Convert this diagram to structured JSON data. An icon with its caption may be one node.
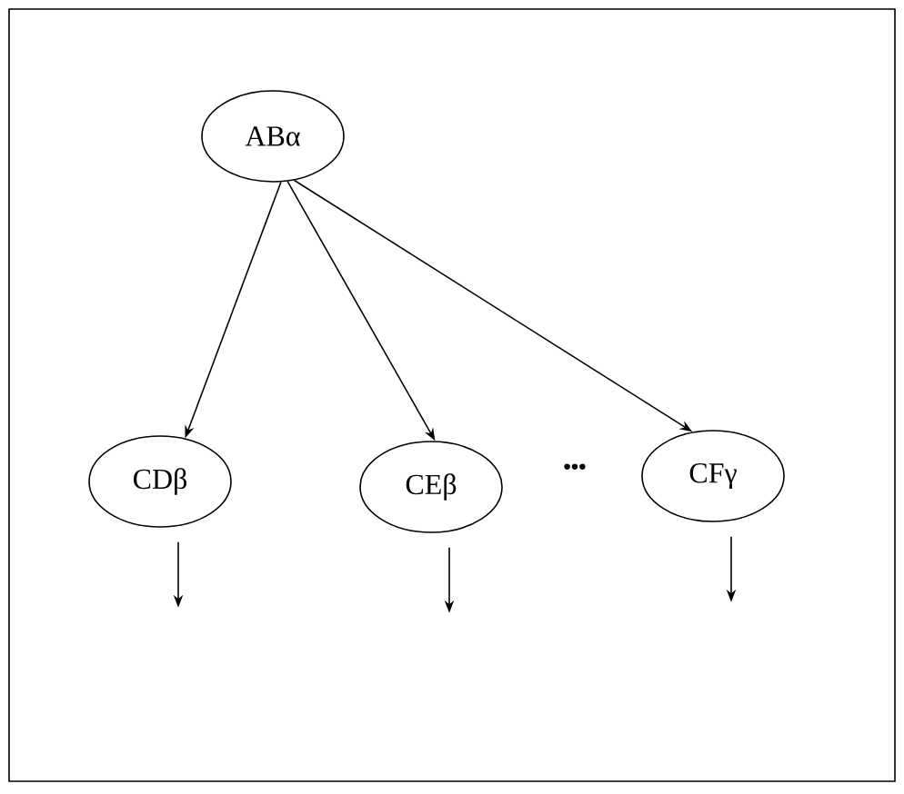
{
  "diagram": {
    "nodes": [
      {
        "text": [
          "ABα"
        ]
      },
      {
        "text": [
          "CDβ"
        ]
      },
      {
        "text": [
          "CEβ"
        ]
      },
      {
        "text": [
          "CFγ"
        ]
      }
    ],
    "edges": [
      {
        "from": 0,
        "to": 1,
        "arrow": "to"
      },
      {
        "from": 0,
        "to": 2,
        "arrow": "to"
      },
      {
        "from": 0,
        "to": 3,
        "arrow": "to"
      },
      {
        "from": 1,
        "to": null,
        "arrow": "to"
      },
      {
        "from": 2,
        "to": null,
        "arrow": "to"
      },
      {
        "from": 3,
        "to": null,
        "arrow": "to"
      }
    ],
    "labels": [
      "•••"
    ]
  }
}
